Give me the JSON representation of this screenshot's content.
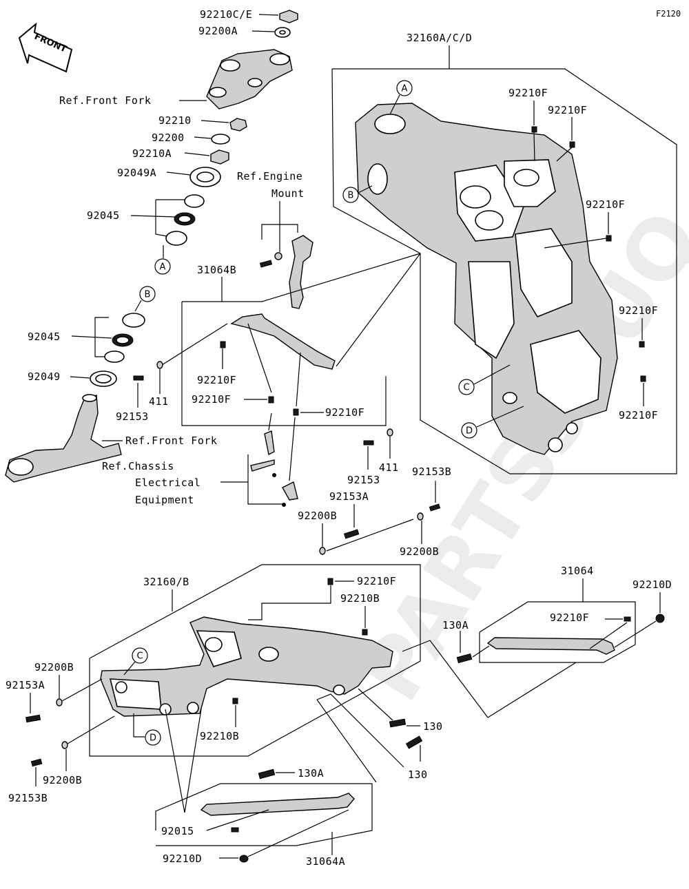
{
  "figure_code": "F2120",
  "front_arrow": "FRONT",
  "watermark": "PARTSSOUQ",
  "labels": {
    "l_92210ce": "92210C/E",
    "l_92200a": "92200A",
    "l_ref_front_fork_top": "Ref.Front Fork",
    "l_92210": "92210",
    "l_92200": "92200",
    "l_92210a": "92210A",
    "l_92049a": "92049A",
    "l_92045_top": "92045",
    "l_92045_mid": "92045",
    "l_92049": "92049",
    "l_ref_front_fork_bottom": "Ref.Front Fork",
    "l_ref_engine": "Ref.Engine",
    "l_mount": "Mount",
    "l_31064b": "31064B",
    "l_92210f_a": "92210F",
    "l_92210f_b": "92210F",
    "l_92210f_c": "92210F",
    "l_92153_left": "92153",
    "l_411_left": "411",
    "l_ref_chassis": "Ref.Chassis",
    "l_electrical": "Electrical",
    "l_equipment": "Equipment",
    "l_32160acd": "32160A/C/D",
    "l_92210f_r1": "92210F",
    "l_92210f_r2": "92210F",
    "l_92210f_r3": "92210F",
    "l_92210f_r4": "92210F",
    "l_92210f_r5": "92210F",
    "l_92153_mid": "92153",
    "l_411_mid": "411",
    "l_92153b_top": "92153B",
    "l_92153a_top": "92153A",
    "l_92200b_top": "92200B",
    "l_92200b_right": "92200B",
    "l_32160b": "32160/B",
    "l_92210f_sub": "92210F",
    "l_92210b_top": "92210B",
    "l_92200b_left": "92200B",
    "l_92153a_left": "92153A",
    "l_92210b_bottom": "92210B",
    "l_130_a": "130",
    "l_130_b": "130",
    "l_92200b_bottom": "92200B",
    "l_92153b_bottom": "92153B",
    "l_130a_low": "130A",
    "l_92015": "92015",
    "l_92210d_low": "92210D",
    "l_31064a": "31064A",
    "l_31064": "31064",
    "l_92210d_right": "92210D",
    "l_130a_right": "130A",
    "l_92210f_right": "92210F"
  },
  "callouts": {
    "a_top": "A",
    "b_top": "B",
    "a_frame": "A",
    "b_frame": "B",
    "c_frame": "C",
    "d_frame": "D",
    "c_sub": "C",
    "d_sub": "D"
  }
}
